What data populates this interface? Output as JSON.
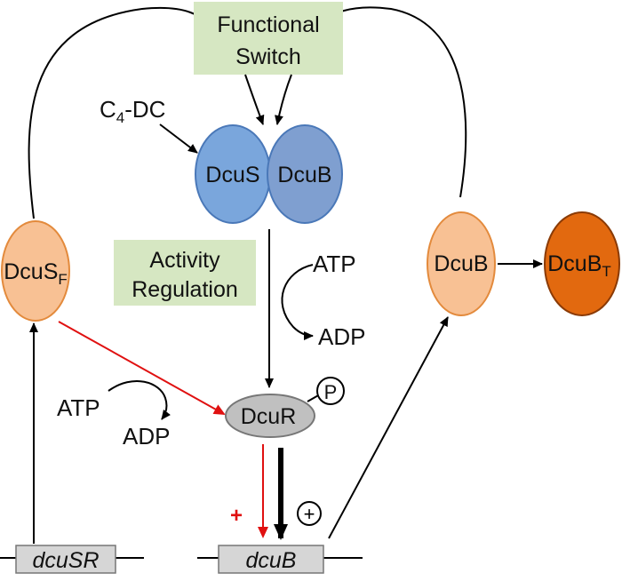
{
  "boxes": {
    "functional_switch": [
      "Functional",
      "Switch"
    ],
    "activity_regulation": [
      "Activity",
      "Regulation"
    ]
  },
  "signal": {
    "main": "C",
    "sub": "4",
    "suffix": "-DC"
  },
  "proteins": {
    "dcus": "DcuS",
    "dcub_complex": "DcuB",
    "dcusf": {
      "main": "DcuS",
      "sub": "F"
    },
    "dcub_right": "DcuB",
    "dcubt": {
      "main": "DcuB",
      "sub": "T"
    },
    "dcur": "DcuR",
    "phospho": "P"
  },
  "energy": {
    "atp_right": "ATP",
    "adp_right": "ADP",
    "atp_left": "ATP",
    "adp_left": "ADP"
  },
  "genes": {
    "dcusr": "dcuSR",
    "dcub": "dcuB"
  },
  "marks": {
    "red_plus": "+",
    "circled_plus": "+"
  },
  "colors": {
    "switch_box": "#d6e7c2",
    "dcus_fill": "#7aa6dc",
    "dcub_blue_fill": "#7f9fd0",
    "blue_stroke": "#4a78b8",
    "orange_light": "#f8c194",
    "orange_light_stroke": "#e38a3c",
    "orange_dark": "#e2690f",
    "orange_dark_stroke": "#8a3a05",
    "dcur_fill": "#c0c0c0",
    "gene_box_fill": "#d6d6d6",
    "red_arrow": "#e01010"
  }
}
